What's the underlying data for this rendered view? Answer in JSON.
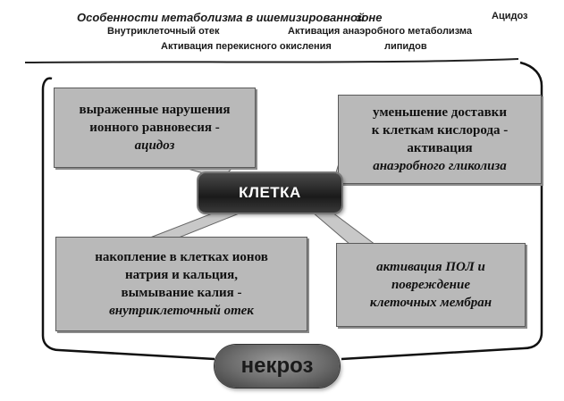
{
  "header": {
    "line1_a": "Особенности метаболизма в ишемизированной",
    "line1_b": "зоне",
    "line1_c": "Ацидоз",
    "line2_a": "Внутриклеточный отек",
    "line2_b": "Активация анаэробного метаболизма",
    "line3_a": "Активация перекисного окисления",
    "line3_b": "липидов"
  },
  "center": {
    "label": "КЛЕТКА"
  },
  "boxes": {
    "top_left": {
      "line1": "выраженные нарушения",
      "line2": "ионного равновесия -",
      "line3": "ацидоз"
    },
    "top_right": {
      "line1": "уменьшение доставки",
      "line2": "к клеткам кислорода -",
      "line3": "активация",
      "line4": "анаэробного гликолиза"
    },
    "bottom_left": {
      "line1": "накопление в клетках ионов",
      "line2": "натрия и кальция,",
      "line3": "вымывание калия -",
      "line4": "внутриклеточный отек"
    },
    "bottom_right": {
      "line1": "активация ПОЛ и",
      "line2": "повреждение",
      "line3": "клеточных мембран"
    }
  },
  "outcome": {
    "label": "некроз"
  },
  "colors": {
    "box_fill": "#b9b9b9",
    "center_fill": "#1a1a1a",
    "outcome_fill": "#6a6a6a"
  }
}
